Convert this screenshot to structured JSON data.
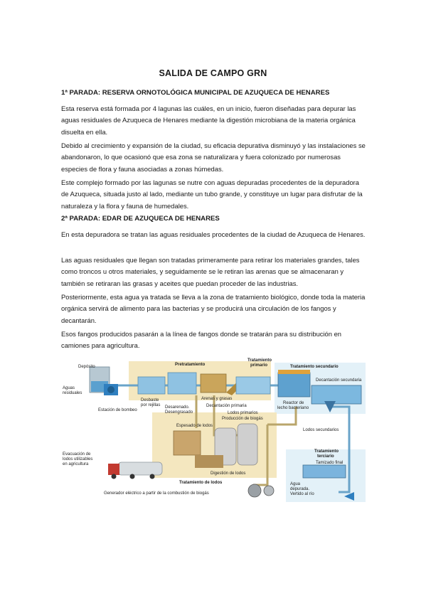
{
  "document": {
    "title": "SALIDA DE CAMPO GRN",
    "section1": {
      "heading": "1ª PARADA: RESERVA ORNOTOLÓGICA MUNICIPAL DE AZUQUECA DE HENARES",
      "paragraphs": [
        "Esta reserva está formada por 4 lagunas las cuáles, en un inicio, fueron diseñadas para depurar las aguas residuales de Azuqueca de Henares mediante la digestión microbiana de la materia orgánica disuelta en ella.",
        "Debido al crecimiento y expansión de la ciudad, su eficacia depurativa disminuyó y las instalaciones se abandonaron, lo que ocasionó que esa zona se naturalizara y fuera colonizado por numerosas especies de flora y fauna asociadas a zonas húmedas.",
        "Este complejo formado por las lagunas se nutre con aguas depuradas procedentes de la depuradora de Azuqueca, situada justo al lado, mediante un tubo grande, y constituye un lugar para disfrutar de la naturaleza y la flora y fauna de humedales."
      ]
    },
    "section2": {
      "heading": "2ª PARADA: EDAR DE AZUQUECA DE HENARES",
      "paragraphs": [
        "En esta depuradora se tratan las aguas residuales procedentes de la ciudad de Azuqueca de Henares.",
        "Las aguas residuales que llegan son tratadas primeramente para retirar los materiales grandes, tales como troncos u otros materiales, y seguidamente se le retiran las arenas que se almacenaran y también se retiraran las grasas y aceites que puedan proceder de las industrias.",
        "Posteriormente, esta agua ya tratada se lleva a la zona de tratamiento biológico, donde toda la materia orgánica servirá de alimento para las bacterias y se producirá una circulación de los fangos y decantarán.",
        "Esos fangos producidos pasarán a la línea de fangos donde se tratarán para su distribución en camiones para agricultura."
      ]
    }
  },
  "diagram": {
    "labels": {
      "deposito": "Depósito",
      "aguas_residuales": "Aguas\nresiduales",
      "estacion_bombeo": "Estación de bombeo",
      "pretratamiento": "Pretratamiento",
      "desbaste": "Desbaste\npor rejillas",
      "desarenado": "Desarenado.\nDesengrasado",
      "arenas_grasas": "Arenas y grasas",
      "decantacion_primaria": "Decantación primaria",
      "lodos_primarios": "Lodos primarios",
      "tratamiento_primario": "Tratamiento\nprimario",
      "tratamiento_secundario": "Tratamiento secundario",
      "decantacion_secundaria": "Decantación secundaria",
      "reactor": "Reactor de\nlecho bacteriano",
      "lodos_secundarios": "Lodos secundarios",
      "espesado": "Espesado de lodos",
      "produccion_biogas": "Producción de biogás",
      "digestion": "Digestión de lodos",
      "tratamiento_lodos": "Tratamiento de lodos",
      "evacuacion": "Evacuación de\nlodos utilizables\nen agricultura",
      "generador": "Generador eléctrico a partir de la combustión de biogás",
      "tratamiento_terciario": "Tratamiento\nterciario",
      "tamizado": "Tamizado final",
      "agua_depurada": "Agua\ndepurada.\nVertido al río"
    }
  }
}
